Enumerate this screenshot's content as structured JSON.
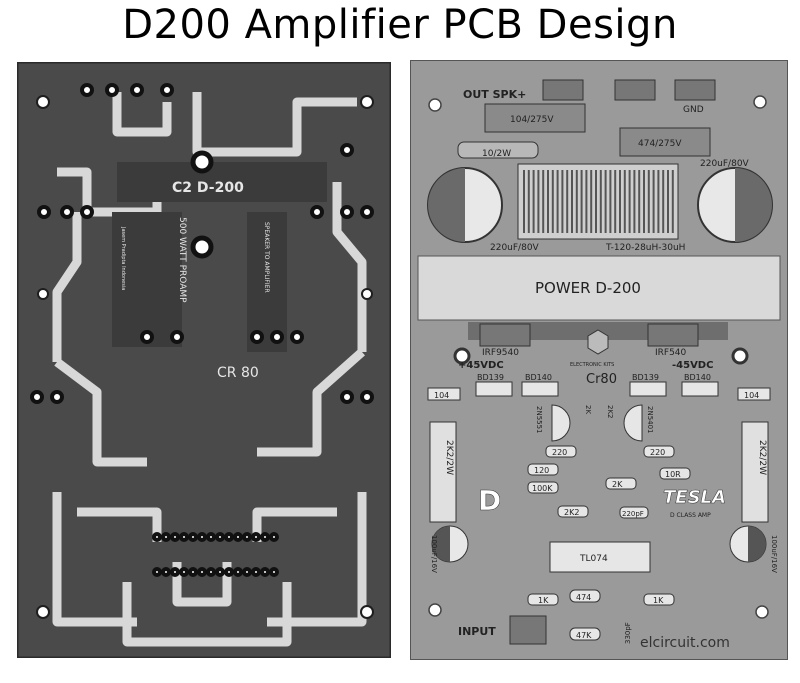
{
  "title": "D200 Amplifier PCB Design",
  "left_board": {
    "top_label": "C2 D-200",
    "mid_label": "CR 80",
    "vertical_text_1": "500 WATT PROAMP",
    "vertical_text_2": "SPEAKER TO AMPLIFIER",
    "vertical_text_3": "Jasem Pradipta Indonesia"
  },
  "right_board": {
    "out_spk": "OUT SPK+",
    "gnd": "GND",
    "cap_104_275": "104/275V",
    "cap_474_275": "474/275V",
    "res_10_2w": "10/2W",
    "cap_220uf_left": "220uF/80V",
    "cap_220uf_right": "220uF/80V",
    "inductor": "T-120-28uH-30uH",
    "power_label": "POWER D-200",
    "irf9540": "IRF9540",
    "irf540": "IRF540",
    "vdc_pos": "+45VDC",
    "vdc_neg": "-45VDC",
    "bd139_left": "BD139",
    "bd140_left": "BD140",
    "bd139_right": "BD139",
    "bd140_right": "BD140",
    "cr80": "Cr80",
    "electronic": "ELECTRONIC KITS",
    "c104_left": "104",
    "c104_right": "104",
    "r2k2_left": "2K2/2W",
    "r2k2_right": "2K2/2W",
    "n5551": "2N5551",
    "n5401": "2N5401",
    "r220_a": "220",
    "r220_b": "220",
    "r120": "120",
    "r100k": "100K",
    "r2k2": "2K2",
    "r2k_a": "2K",
    "r2k_b": "2K",
    "r10r": "10R",
    "r2k2_small": "2K2",
    "c220pf": "220pF",
    "logo_d": "D",
    "tesla": "TESLA",
    "d_class": "D CLASS AMP",
    "tl074": "TL074",
    "cap_100uf_left": "100uF/16V",
    "cap_100uf_right": "100uF/16V",
    "r1k_a": "1K",
    "r1k_b": "1K",
    "c474": "474",
    "r47k": "47K",
    "c330pf": "330pF",
    "input": "INPUT",
    "watermark": "elcircuit.com"
  }
}
